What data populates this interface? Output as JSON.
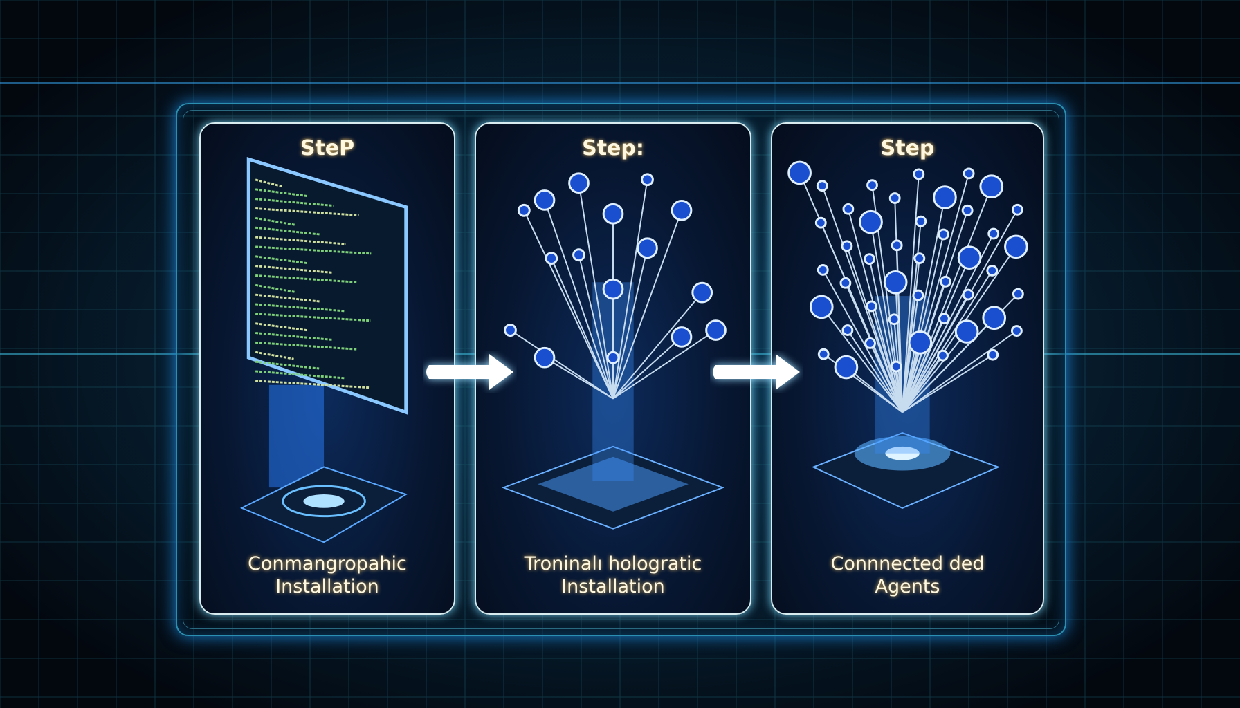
{
  "steps": [
    {
      "title": "SteP",
      "label_line1": "Conmangropahic",
      "label_line2": "Installation",
      "icon": "terminal-monitor-icon"
    },
    {
      "title": "Step:",
      "label_line1": "Troninalı hologratic",
      "label_line2": "Installation",
      "icon": "node-tree-icon"
    },
    {
      "title": "Step",
      "label_line1": "Connnected ded",
      "label_line2": "Agents",
      "icon": "agent-network-icon"
    }
  ],
  "colors": {
    "background": "#04101a",
    "glow": "#2a9fff",
    "text": "#fff8e0",
    "grid": "#1a5a6a"
  }
}
